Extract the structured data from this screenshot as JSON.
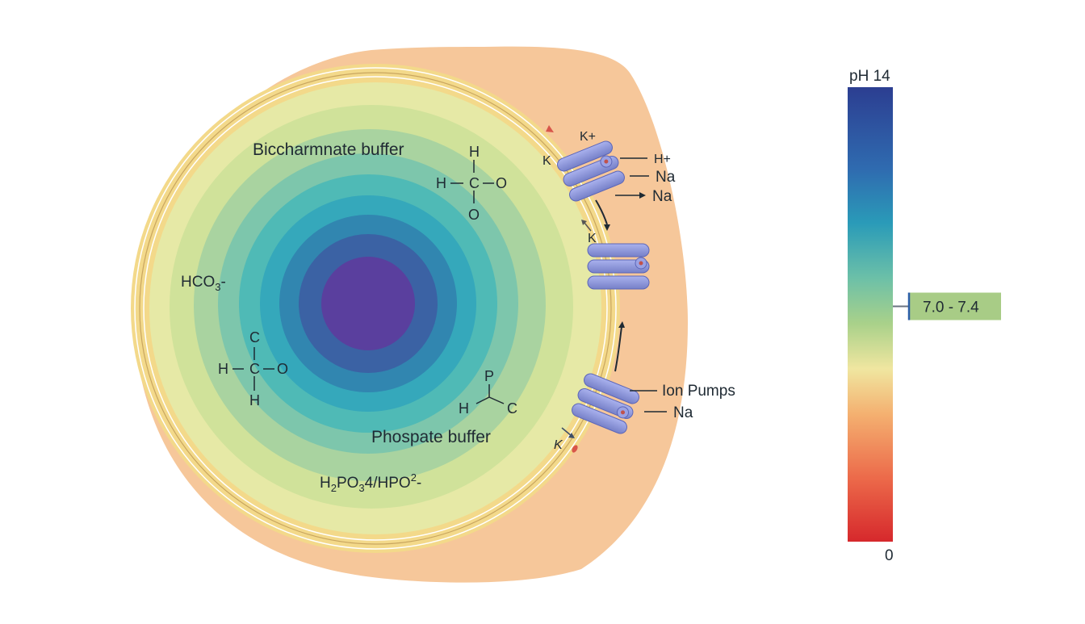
{
  "labels": {
    "bicarbonate_buffer": "Biccharmnate buffer",
    "phosphate_buffer": "Phospate buffer",
    "hco3_base": "HCO",
    "hco3_sub": "3",
    "hco3_tail": "-",
    "h2po": "H",
    "h2po_sub1": "2",
    "h2po_mid": "PO",
    "h2po_sub2": "3",
    "h2po_rest": "4/HPO",
    "h2po_sup": "2",
    "h2po_tail": "-",
    "ion_pumps": "Ion Pumps"
  },
  "molecules": {
    "top": {
      "h_top": "H",
      "h_left": "H",
      "c": "C",
      "o_right": "O",
      "o_bottom": "O"
    },
    "left": {
      "c_top": "C",
      "h_left": "H",
      "c": "C",
      "o_right": "O",
      "h_bottom": "H"
    },
    "phosphate": {
      "p": "P",
      "h": "H",
      "c": "C"
    }
  },
  "ions": {
    "k_plus_top": "K+",
    "k_dot": "K",
    "h_plus": "H+",
    "na_1": "Na",
    "na_2": "Na",
    "k_mid": "K",
    "na_3": "Na",
    "k_bottom": "K"
  },
  "ph_scale": {
    "top_label": "pH 14",
    "bottom_label": "0",
    "range_label": "7.0 - 7.4",
    "range_position_fraction": 0.5
  },
  "colors": {
    "membrane_outer": "#f6c79a",
    "membrane_layer": "#f3d98a",
    "core": "#5a3f9e",
    "ring_mid": "#3fb3b8",
    "ring_outer": "#dbe59a",
    "pump": "#8f98de",
    "range_box": "#a8cc86",
    "scale_top": "#2c3e91",
    "scale_bottom": "#d6282c"
  }
}
